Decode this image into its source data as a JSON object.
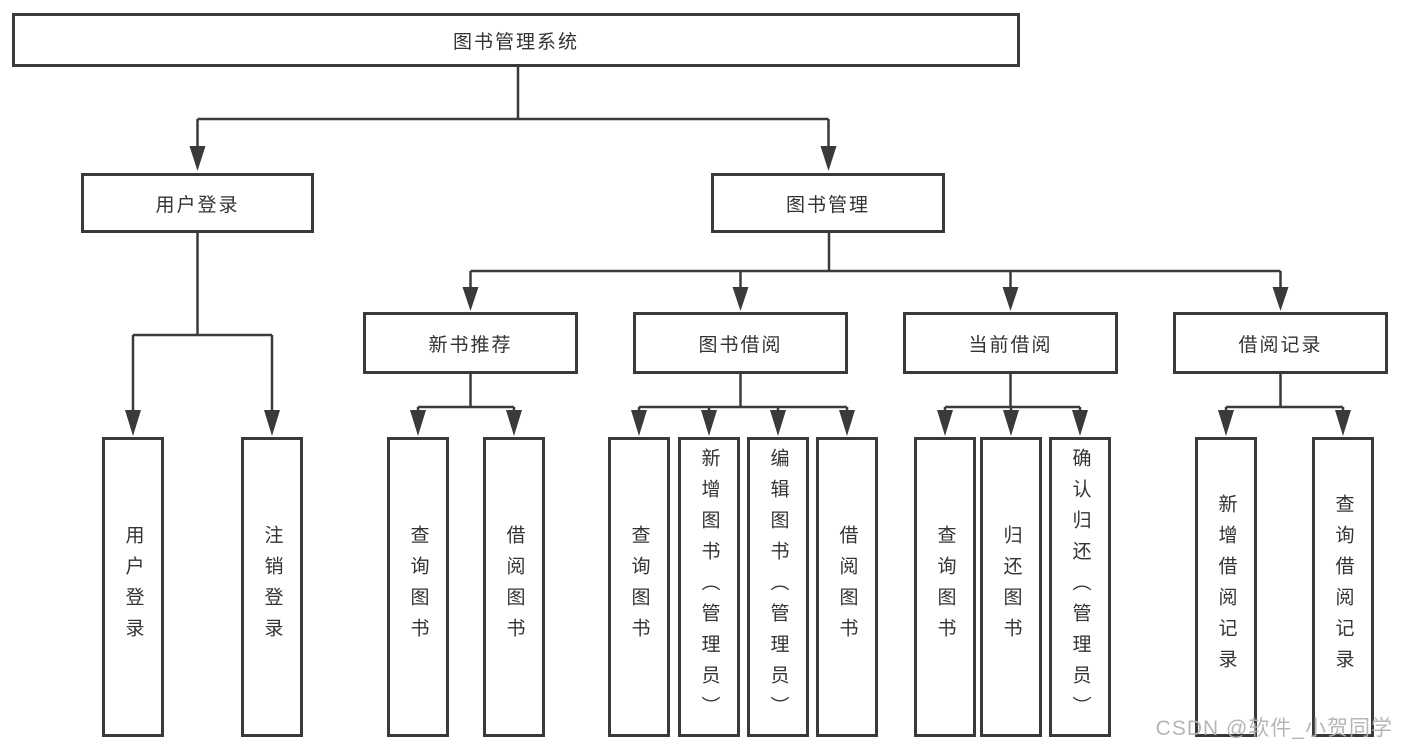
{
  "diagram_type": "function-structure-tree",
  "tree": {
    "label": "图书管理系统",
    "children": [
      {
        "label": "用户登录",
        "children": [
          {
            "label": "用户登录"
          },
          {
            "label": "注销登录"
          }
        ]
      },
      {
        "label": "图书管理",
        "children": [
          {
            "label": "新书推荐",
            "children": [
              {
                "label": "查询图书"
              },
              {
                "label": "借阅图书"
              }
            ]
          },
          {
            "label": "图书借阅",
            "children": [
              {
                "label": "查询图书"
              },
              {
                "label": "新增图书（管理员）"
              },
              {
                "label": "编辑图书（管理员）"
              },
              {
                "label": "借阅图书"
              }
            ]
          },
          {
            "label": "当前借阅",
            "children": [
              {
                "label": "查询图书"
              },
              {
                "label": "归还图书"
              },
              {
                "label": "确认归还（管理员）"
              }
            ]
          },
          {
            "label": "借阅记录",
            "children": [
              {
                "label": "新增借阅记录"
              },
              {
                "label": "查询借阅记录"
              }
            ]
          }
        ]
      }
    ]
  },
  "watermark": {
    "text": "CSDN @软件_小贺同学"
  },
  "colors": {
    "line": "#3a3a3a",
    "text": "#333333",
    "background": "#ffffff",
    "watermark": "#b2b2b2"
  }
}
